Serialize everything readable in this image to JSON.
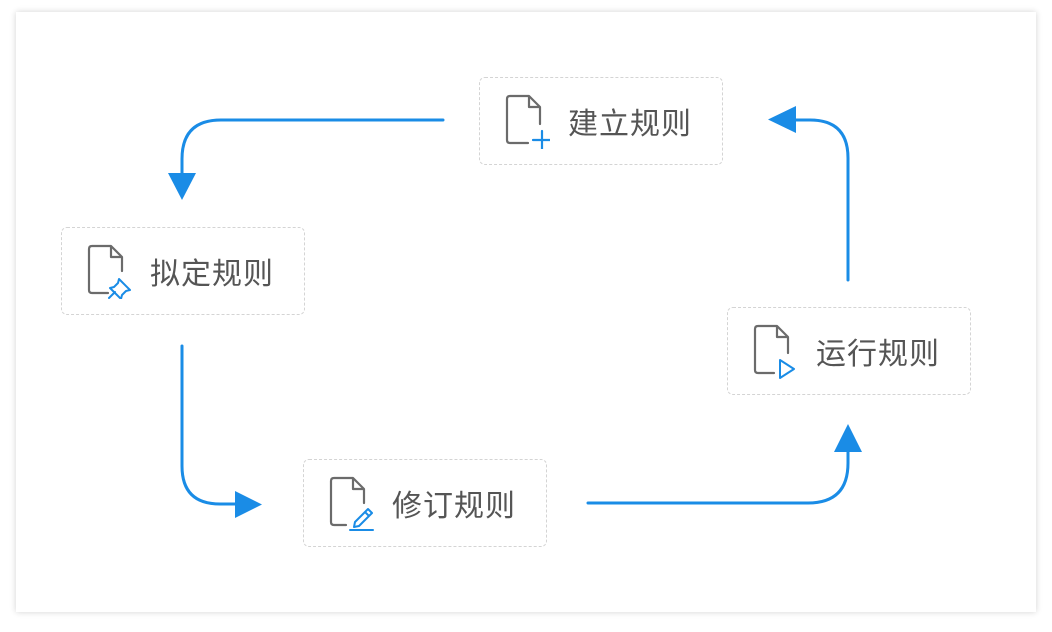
{
  "colors": {
    "accent": "#1a8ce6",
    "icon_gray": "#6b6b6b",
    "text": "#555555",
    "border": "#d4d4d4"
  },
  "nodes": {
    "build": {
      "label": "建立规则",
      "icon": "file-plus-icon"
    },
    "draft": {
      "label": "拟定规则",
      "icon": "file-pin-icon"
    },
    "revise": {
      "label": "修订规则",
      "icon": "file-edit-icon"
    },
    "run": {
      "label": "运行规则",
      "icon": "file-play-icon"
    }
  }
}
